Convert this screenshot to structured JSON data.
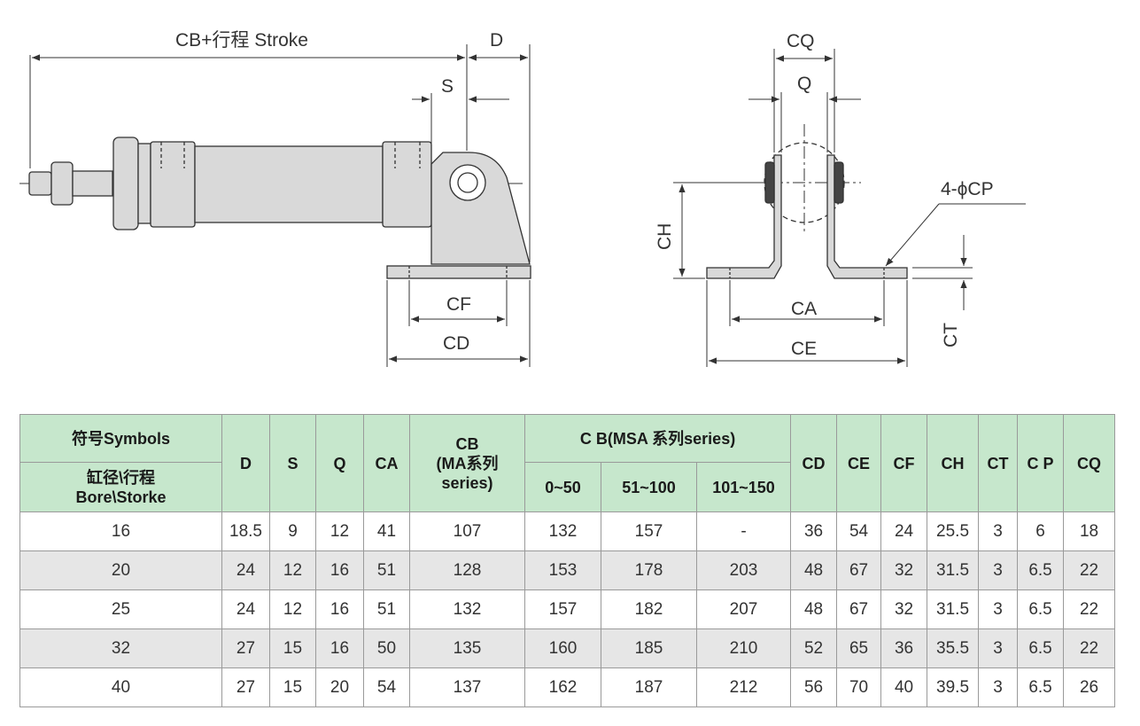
{
  "drawing": {
    "side_labels": {
      "cb_stroke": "CB+行程 Stroke",
      "d": "D",
      "s": "S",
      "cf": "CF",
      "cd": "CD"
    },
    "front_labels": {
      "cq": "CQ",
      "q": "Q",
      "hole": "4-ϕCP",
      "ch": "CH",
      "ca": "CA",
      "ce": "CE",
      "ct": "CT"
    }
  },
  "table": {
    "header": {
      "symbols": "符号Symbols",
      "bore": "缸径\\行程",
      "bore_en": "Bore\\Storke",
      "d": "D",
      "s": "S",
      "q": "Q",
      "ca": "CA",
      "cb_ma_1": "CB",
      "cb_ma_2": "(MA系列",
      "cb_ma_3": "series)",
      "cb_msa": "C B(MSA 系列series)",
      "r1": "0~50",
      "r2": "51~100",
      "r3": "101~150",
      "cd": "CD",
      "ce": "CE",
      "cf": "CF",
      "ch": "CH",
      "ct": "CT",
      "cp": "C P",
      "cq": "CQ"
    },
    "rows": [
      [
        "16",
        "18.5",
        "9",
        "12",
        "41",
        "107",
        "132",
        "157",
        "-",
        "36",
        "54",
        "24",
        "25.5",
        "3",
        "6",
        "18"
      ],
      [
        "20",
        "24",
        "12",
        "16",
        "51",
        "128",
        "153",
        "178",
        "203",
        "48",
        "67",
        "32",
        "31.5",
        "3",
        "6.5",
        "22"
      ],
      [
        "25",
        "24",
        "12",
        "16",
        "51",
        "132",
        "157",
        "182",
        "207",
        "48",
        "67",
        "32",
        "31.5",
        "3",
        "6.5",
        "22"
      ],
      [
        "32",
        "27",
        "15",
        "16",
        "50",
        "135",
        "160",
        "185",
        "210",
        "52",
        "65",
        "36",
        "35.5",
        "3",
        "6.5",
        "22"
      ],
      [
        "40",
        "27",
        "15",
        "20",
        "54",
        "137",
        "162",
        "187",
        "212",
        "56",
        "70",
        "40",
        "39.5",
        "3",
        "6.5",
        "26"
      ]
    ]
  },
  "colors": {
    "header_bg": "#c6e7cc",
    "row_alt": "#e6e6e6",
    "line": "#333333"
  }
}
